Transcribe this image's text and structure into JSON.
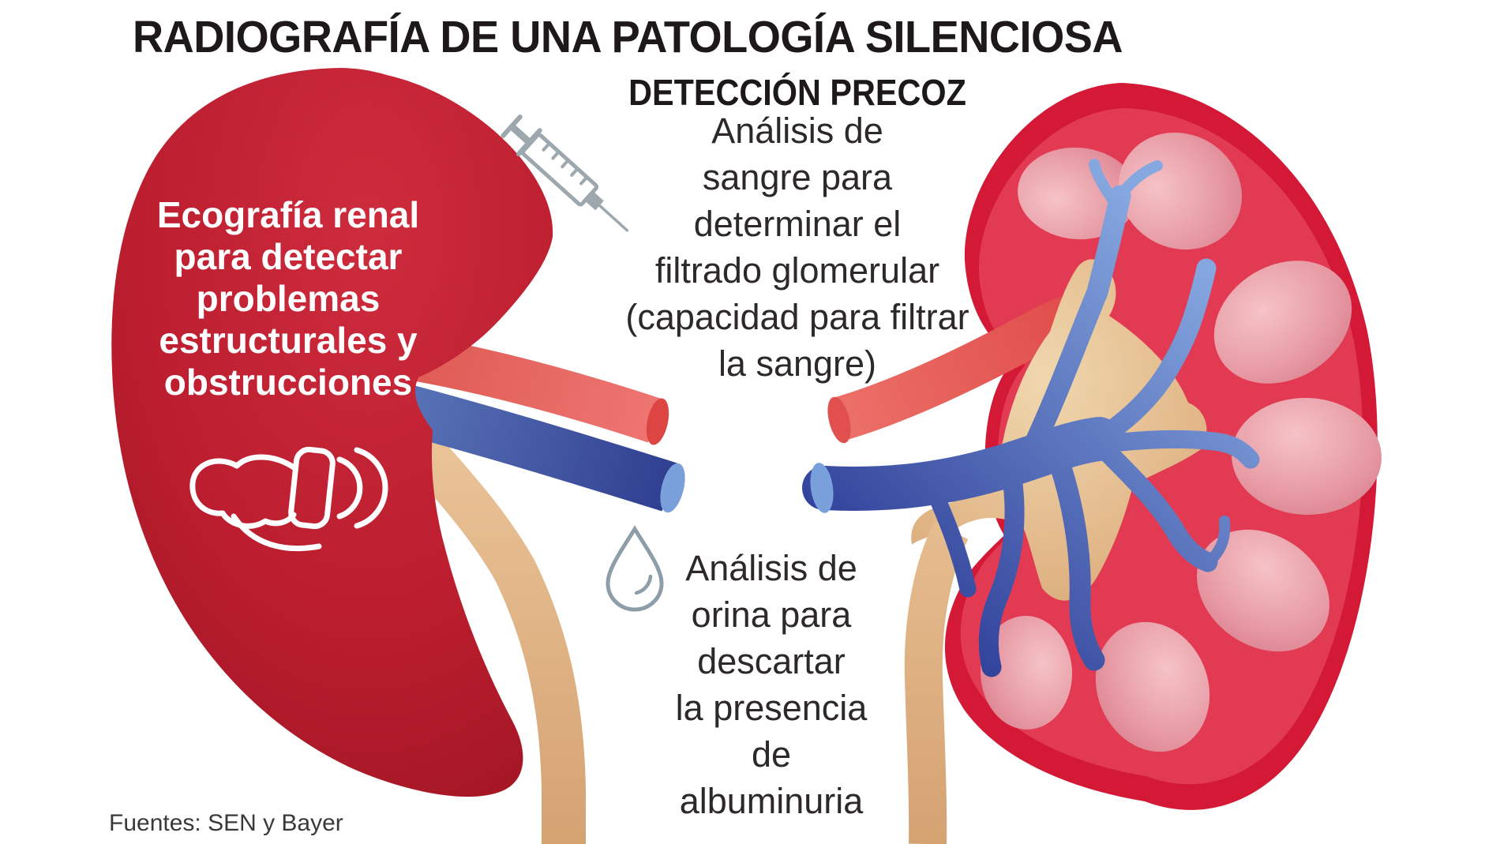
{
  "title": "RADIOGRAFÍA DE UNA PATOLOGÍA SILENCIOSA",
  "subtitle": "DETECCIÓN PRECOZ",
  "sections": {
    "ultrasound": {
      "icon": "ultrasound-probe-icon",
      "lines": [
        "Ecografía renal",
        "para detectar",
        "problemas",
        "estructurales y",
        "obstrucciones"
      ]
    },
    "blood": {
      "icon": "syringe-icon",
      "lines": [
        "Análisis de",
        "sangre para",
        "determinar el",
        "filtrado glomerular",
        "(capacidad para filtrar",
        "la sangre)"
      ]
    },
    "urine": {
      "icon": "water-drop-icon",
      "lines": [
        "Análisis de",
        "orina para",
        "descartar",
        "la presencia",
        "de",
        "albuminuria"
      ]
    }
  },
  "source": "Fuentes: SEN y Bayer",
  "colors": {
    "text_dark": "#1d191a",
    "body_text": "#2d292a",
    "left_kidney_red": "#bc1e2f",
    "capsule_red": "#d31936",
    "cortex_red": "#e23a52",
    "pyramid_pink": "#e79aa4",
    "vein_blue": "#4b63ad",
    "artery_red": "#e35c56",
    "ureter_tan": "#dfb183",
    "icon_gray": "#9da7ae",
    "label_white": "#ffffff"
  }
}
